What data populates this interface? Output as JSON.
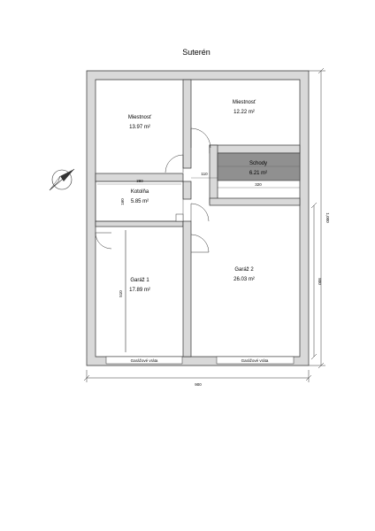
{
  "title": "Suterén",
  "rooms": {
    "room1": {
      "name": "Miestnosť",
      "area": "13.97 m²"
    },
    "room2": {
      "name": "Miestnosť",
      "area": "12.22 m²"
    },
    "stairs": {
      "name": "Schody",
      "area": "6.21 m²"
    },
    "boiler": {
      "name": "Kotolňa",
      "area": "5.85 m²"
    },
    "garage1": {
      "name": "Garáž 1",
      "area": "17.89 m²"
    },
    "garage2": {
      "name": "Garáž 2",
      "area": "26.03 m²"
    }
  },
  "dimensions": {
    "total_width": "900",
    "right_outer": "1,000",
    "right_inner": "800",
    "corridor": "110",
    "boiler_top": "380",
    "boiler_side": "160",
    "stairs_width": "320",
    "garage1_side": "510"
  },
  "gates": {
    "left": "Garážové vráta",
    "right": "Garážové vráta"
  },
  "colors": {
    "wall": "#d9d9d9",
    "stairs": "#909090",
    "line": "#333333"
  },
  "icons": {
    "north_arrow": "north-arrow-icon"
  }
}
